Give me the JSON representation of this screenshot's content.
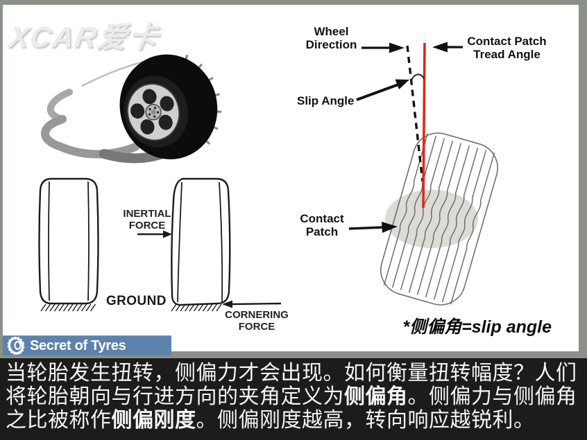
{
  "watermark": {
    "text": "XCAR爱卡"
  },
  "badge": {
    "label": "Secret of Tyres",
    "icon": "tire-icon"
  },
  "right_diagram": {
    "labels": {
      "wheel_direction": "Wheel\nDirection",
      "tread_angle": "Contact Patch\nTread Angle",
      "slip_angle": "Slip Angle",
      "contact_patch": "Contact\nPatch"
    },
    "note": "*侧偏角=slip angle"
  },
  "left_diagram": {
    "labels": {
      "inertial": "INERTIAL\nFORCE",
      "ground": "GROUND",
      "cornering": "CORNERING\nFORCE"
    }
  },
  "caption": {
    "lines": [
      [
        {
          "text": "当轮胎发生扭转，侧偏力才会出现。如何衡量扭转幅度？人们",
          "bold": false
        }
      ],
      [
        {
          "text": "将轮胎朝向与行进方向的夹角定义为",
          "bold": false
        },
        {
          "text": "侧偏角",
          "bold": true
        },
        {
          "text": "。侧偏力与侧偏角",
          "bold": false
        }
      ],
      [
        {
          "text": "之比被称作",
          "bold": false
        },
        {
          "text": "侧偏刚度",
          "bold": true
        },
        {
          "text": "。侧偏刚度越高，转向响应越锐利。",
          "bold": false
        }
      ]
    ]
  },
  "colors": {
    "frame": "#8b9189",
    "badge-bg": "#5d82ad",
    "accent-red": "#e0271c",
    "caption-bg": "#1c1c1c",
    "caption-text": "#f5f5f5"
  }
}
